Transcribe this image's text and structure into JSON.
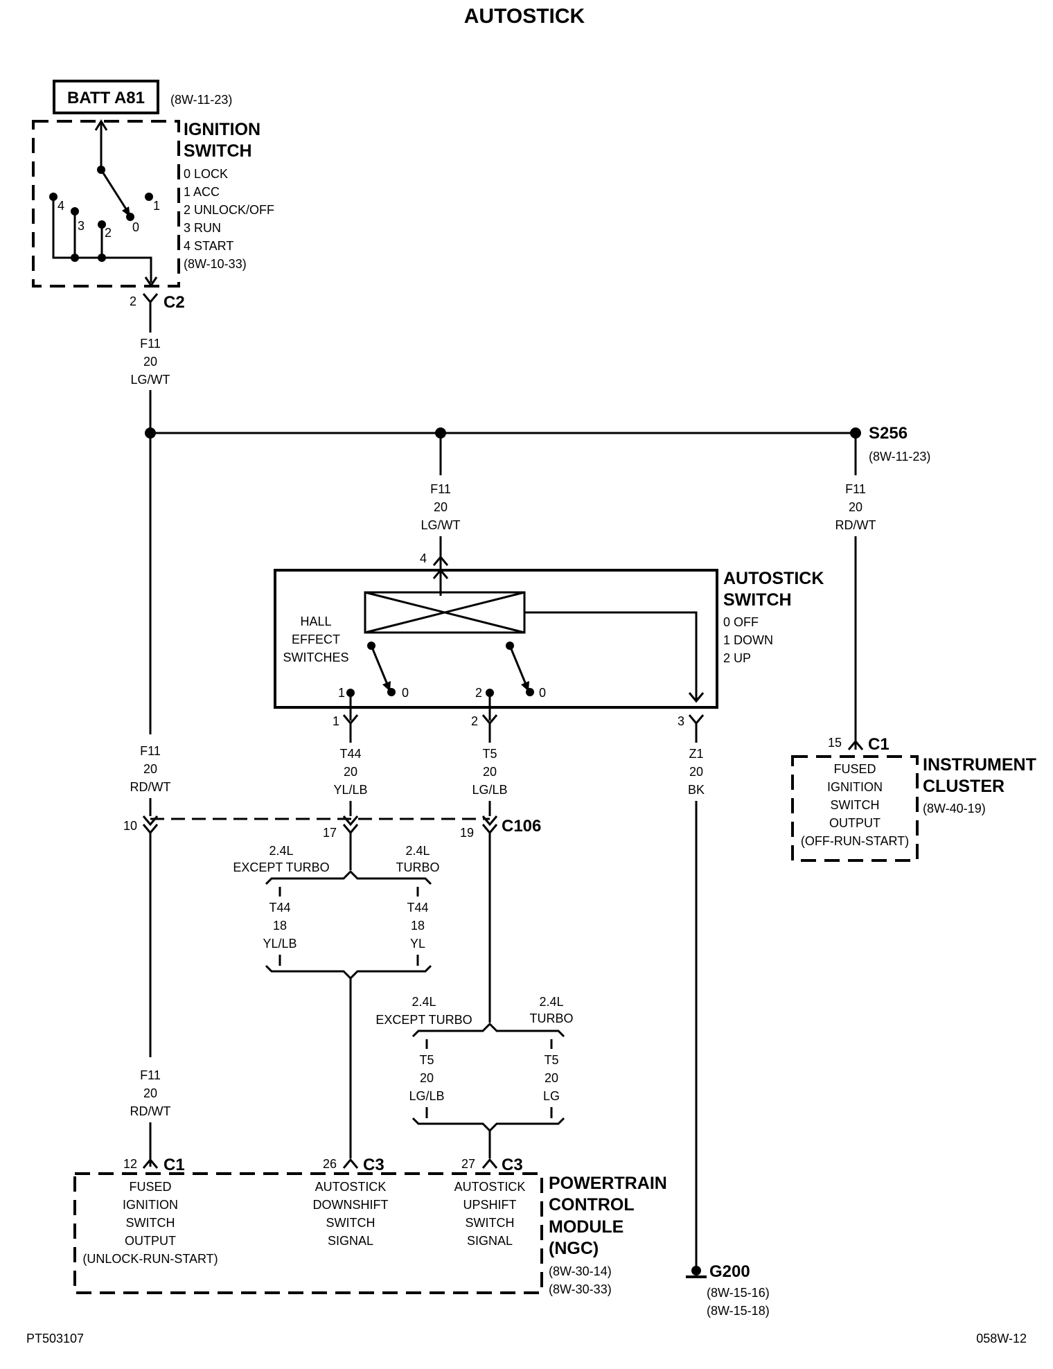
{
  "title": "AUTOSTICK",
  "footer": {
    "left": "PT503107",
    "right": "058W-12"
  },
  "batt": {
    "label": "BATT A81",
    "ref": "(8W-11-23)"
  },
  "ignition_switch": {
    "title": [
      "IGNITION",
      "SWITCH"
    ],
    "positions": [
      "0 LOCK",
      "1 ACC",
      "2 UNLOCK/OFF",
      "3 RUN",
      "4 START",
      "(8W-10-33)"
    ],
    "contacts": [
      "4",
      "3",
      "2",
      "0",
      "1"
    ]
  },
  "c2": {
    "pin": "2",
    "name": "C2"
  },
  "splice": {
    "name": "S256",
    "ref": "(8W-11-23)"
  },
  "autostick_switch": {
    "title": [
      "AUTOSTICK",
      "SWITCH"
    ],
    "positions": [
      "0 OFF",
      "1 DOWN",
      "2 UP"
    ],
    "hall_label": [
      "HALL",
      "EFFECT",
      "SWITCHES"
    ],
    "input_pin": "4",
    "inner_contacts": [
      "1",
      "0",
      "2",
      "0"
    ],
    "pins": [
      "1",
      "2",
      "3"
    ]
  },
  "wires": {
    "w_ign": [
      "F11",
      "20",
      "LG/WT"
    ],
    "w_sw_in": [
      "F11",
      "20",
      "LG/WT"
    ],
    "w_ic": [
      "F11",
      "20",
      "RD/WT"
    ],
    "w_left_upper": [
      "F11",
      "20",
      "RD/WT"
    ],
    "w_t44": [
      "T44",
      "20",
      "YL/LB"
    ],
    "w_t5": [
      "T5",
      "20",
      "LG/LB"
    ],
    "w_z1": [
      "Z1",
      "20",
      "BK"
    ],
    "w_t44_et": [
      "T44",
      "18",
      "YL/LB"
    ],
    "w_t44_t": [
      "T44",
      "18",
      "YL"
    ],
    "w_t5_et": [
      "T5",
      "20",
      "LG/LB"
    ],
    "w_t5_t": [
      "T5",
      "20",
      "LG"
    ],
    "w_left_lower": [
      "F11",
      "20",
      "RD/WT"
    ]
  },
  "instrument_cluster": {
    "pin": "15",
    "connector": "C1",
    "title": [
      "INSTRUMENT",
      "CLUSTER"
    ],
    "ref": "(8W-40-19)",
    "function": [
      "FUSED",
      "IGNITION",
      "SWITCH",
      "OUTPUT",
      "(OFF-RUN-START)"
    ]
  },
  "c106": {
    "name": "C106",
    "pins": [
      "10",
      "17",
      "19"
    ]
  },
  "options": {
    "t44_split": [
      "2.4L",
      "EXCEPT TURBO",
      "2.4L",
      "TURBO"
    ],
    "t5_split": [
      "2.4L",
      "EXCEPT TURBO",
      "2.4L",
      "TURBO"
    ]
  },
  "pcm": {
    "title": [
      "POWERTRAIN",
      "CONTROL",
      "MODULE",
      "(NGC)"
    ],
    "refs": [
      "(8W-30-14)",
      "(8W-30-33)"
    ],
    "pins": [
      {
        "pin": "12",
        "connector": "C1",
        "function": [
          "FUSED",
          "IGNITION",
          "SWITCH",
          "OUTPUT",
          "(UNLOCK-RUN-START)"
        ]
      },
      {
        "pin": "26",
        "connector": "C3",
        "function": [
          "AUTOSTICK",
          "DOWNSHIFT",
          "SWITCH",
          "SIGNAL"
        ]
      },
      {
        "pin": "27",
        "connector": "C3",
        "function": [
          "AUTOSTICK",
          "UPSHIFT",
          "SWITCH",
          "SIGNAL"
        ]
      }
    ]
  },
  "ground": {
    "name": "G200",
    "refs": [
      "(8W-15-16)",
      "(8W-15-18)"
    ]
  }
}
